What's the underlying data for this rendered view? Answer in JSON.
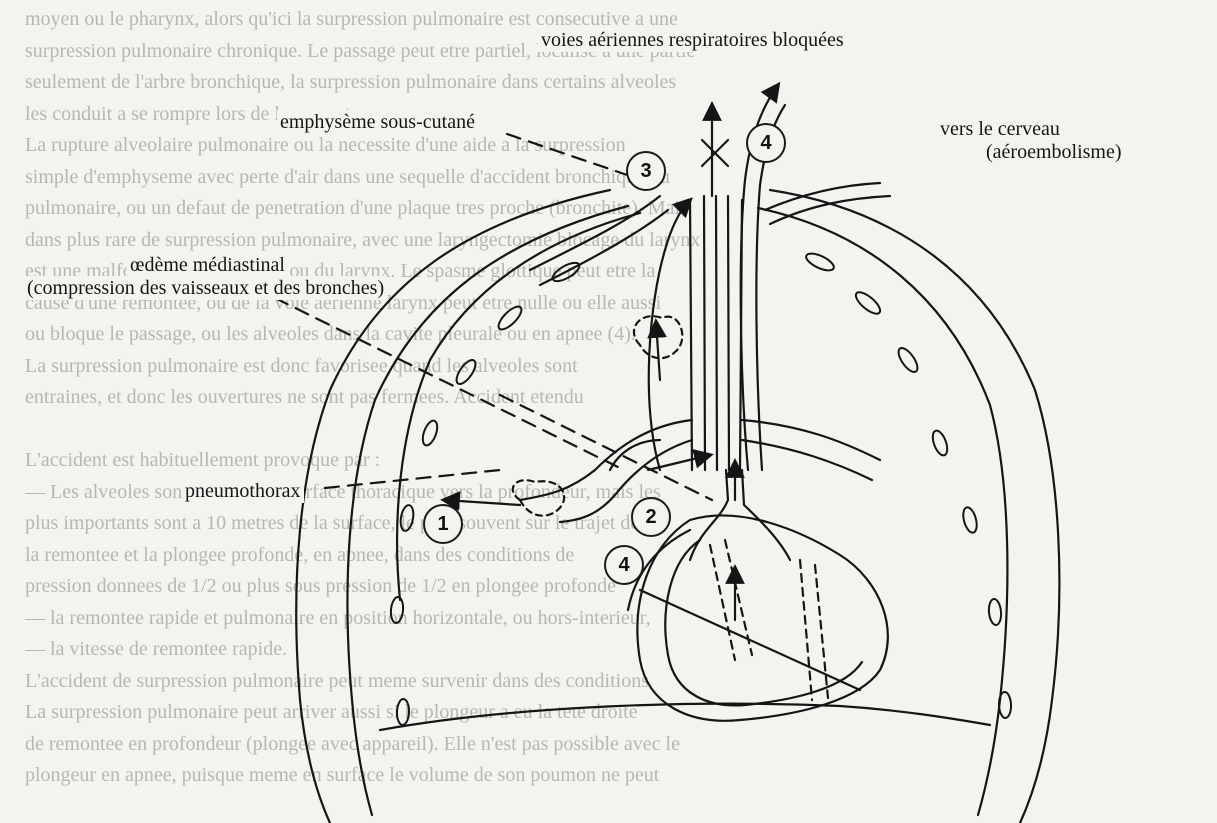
{
  "background_text": [
    "moyen ou le pharynx, alors qu'ici la surpression pulmonaire est consecutive a une",
    "surpression pulmonaire chronique. Le passage peut etre partiel, localise a une partie",
    "seulement de l'arbre bronchique, la surpression pulmonaire dans certains alveoles",
    "les conduit a se rompre lors de la remontee.",
    "La rupture alveolaire pulmonaire ou la necessite d'une aide a la surpression",
    "simple d'emphyseme avec perte d'air dans une sequelle d'accident bronchique ou",
    "pulmonaire, ou un defaut de penetration d'une plaque tres proche (bronchite). Mais",
    "dans plus rare de surpression pulmonaire, avec une laryngectomie blocage du larynx",
    "est une malformation de la paroi ou du larynx. Le spasme glottique peut etre la",
    "cause d'une remontee, ou de la voie aerienne larynx peut etre nulle ou elle aussi",
    "ou bloque le passage, ou les alveoles dans la cavite pleurale ou en apnee (4).",
    "La surpression pulmonaire est donc favorisee quand les alveoles sont",
    "entraines, et donc les ouvertures ne sont pas fermees. Accident etendu",
    "",
    "L'accident est habituellement provoque par :",
    "— Les alveoles sont prises de la surface thoracique vers la profondeur, mais les",
    "plus importants sont a 10 metres de la surface, le plus souvent sur le trajet de",
    "la remontee et la plongee profonde, en apnee, dans des conditions de",
    "pression donnees de 1/2 ou plus sous pression de 1/2 en plongee profonde",
    "— la remontee rapide et pulmonaire en position horizontale, ou hors-interieur,",
    "— la vitesse de remontee rapide.",
    "L'accident de surpression pulmonaire peut meme survenir dans des conditions",
    "La surpression pulmonaire peut arriver aussi si le plongeur a eu la tete droite",
    "de remontee en profondeur (plongee avec appareil). Elle n'est pas possible avec le",
    "plongeur en apnee, puisque meme en surface le volume de son poumon ne peut"
  ],
  "labels": {
    "airway_blocked": "voies aériennes respiratoires bloquées",
    "emphysema": "emphysème sous-cutané",
    "brain": "vers le cerveau",
    "air_embolism": "(aéroembolisme)",
    "edema": "œdème médiastinal",
    "compression": "(compression des vaisseaux et des bronches)",
    "pneumothorax": "pneumothorax"
  },
  "markers": {
    "m1": "1",
    "m2": "2",
    "m3": "3",
    "m4a": "4",
    "m4b": "4"
  },
  "colors": {
    "ink": "#151515",
    "paper": "#f4f3ef",
    "faint_text": "#b8b6b1"
  }
}
